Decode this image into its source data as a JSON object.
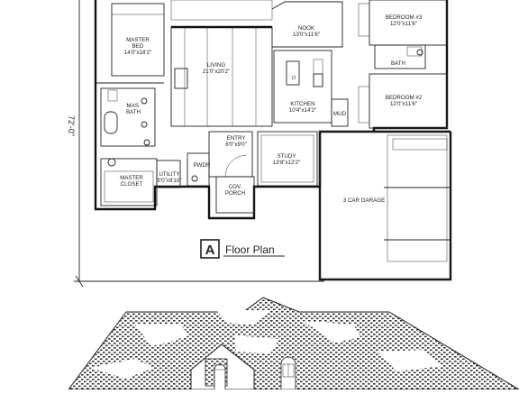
{
  "plan": {
    "overall_dimension": "72'-0\"",
    "caption": "Floor Plan",
    "caption_badge": "A",
    "rooms": {
      "master_bed": {
        "name": "MASTER\nBED",
        "size": "14'0\"x18'2\""
      },
      "living": {
        "name": "LIVING",
        "size": "21'0\"x20'2\""
      },
      "nook": {
        "name": "NOOK",
        "size": "13'0\"x11'6\""
      },
      "bedroom3": {
        "name": "BEDROOM #3",
        "size": "12'0\"x11'6\""
      },
      "bath": {
        "name": "BATH"
      },
      "bedroom2": {
        "name": "BEDROOM #2",
        "size": "12'0\"x11'6\""
      },
      "kitchen": {
        "name": "KITCHEN",
        "size": "10'4\"x14'2\""
      },
      "mud": {
        "name": "MUD"
      },
      "mas_bath": {
        "name": "MAS.\nBATH"
      },
      "entry": {
        "name": "ENTRY",
        "size": "6'0\"x9'0\""
      },
      "study": {
        "name": "STUDY",
        "size": "13'8\"x12'2\""
      },
      "master_closet": {
        "name": "MASTER\nCLOSET"
      },
      "utility": {
        "name": "UTILITY",
        "size": "5'0\"x9'10\""
      },
      "pwdr": {
        "name": "PWDR"
      },
      "cov_porch": {
        "name": "COV.\nPORCH"
      },
      "garage": {
        "name": "3 CAR GARAGE"
      }
    }
  }
}
